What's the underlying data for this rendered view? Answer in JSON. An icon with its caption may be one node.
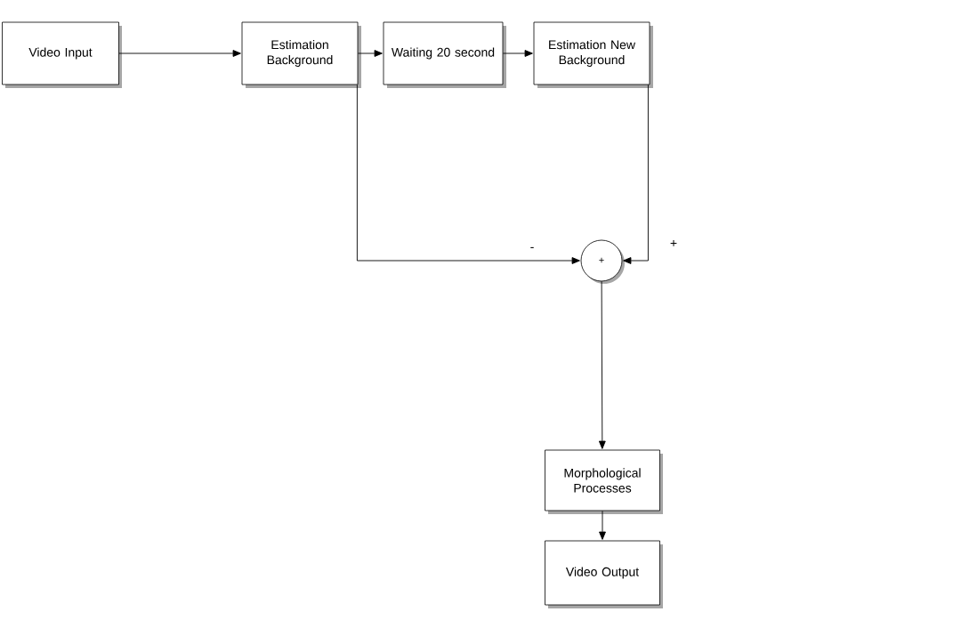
{
  "diagram": {
    "nodes": [
      {
        "text": [
          "Video Input"
        ]
      },
      {
        "text": [
          "Estimation Background"
        ]
      },
      {
        "text": [
          "Waiting 20 second"
        ]
      },
      {
        "text": [
          "Estimation New Background"
        ]
      },
      {
        "text": [
          "+"
        ]
      },
      {
        "text": [
          "Morphological Processes"
        ]
      },
      {
        "text": [
          "Video Output"
        ]
      }
    ],
    "edges": [
      {
        "from": 0,
        "to": 1,
        "arrow": "to"
      },
      {
        "from": 1,
        "to": 2,
        "arrow": "to"
      },
      {
        "from": 2,
        "to": 3,
        "arrow": "to"
      },
      {
        "from": 1,
        "to": 4,
        "arrow": "to",
        "label": "-"
      },
      {
        "from": 3,
        "to": 4,
        "arrow": "to",
        "label": "+"
      },
      {
        "from": 4,
        "to": 5,
        "arrow": "to"
      },
      {
        "from": 5,
        "to": 6,
        "arrow": "to"
      }
    ]
  }
}
